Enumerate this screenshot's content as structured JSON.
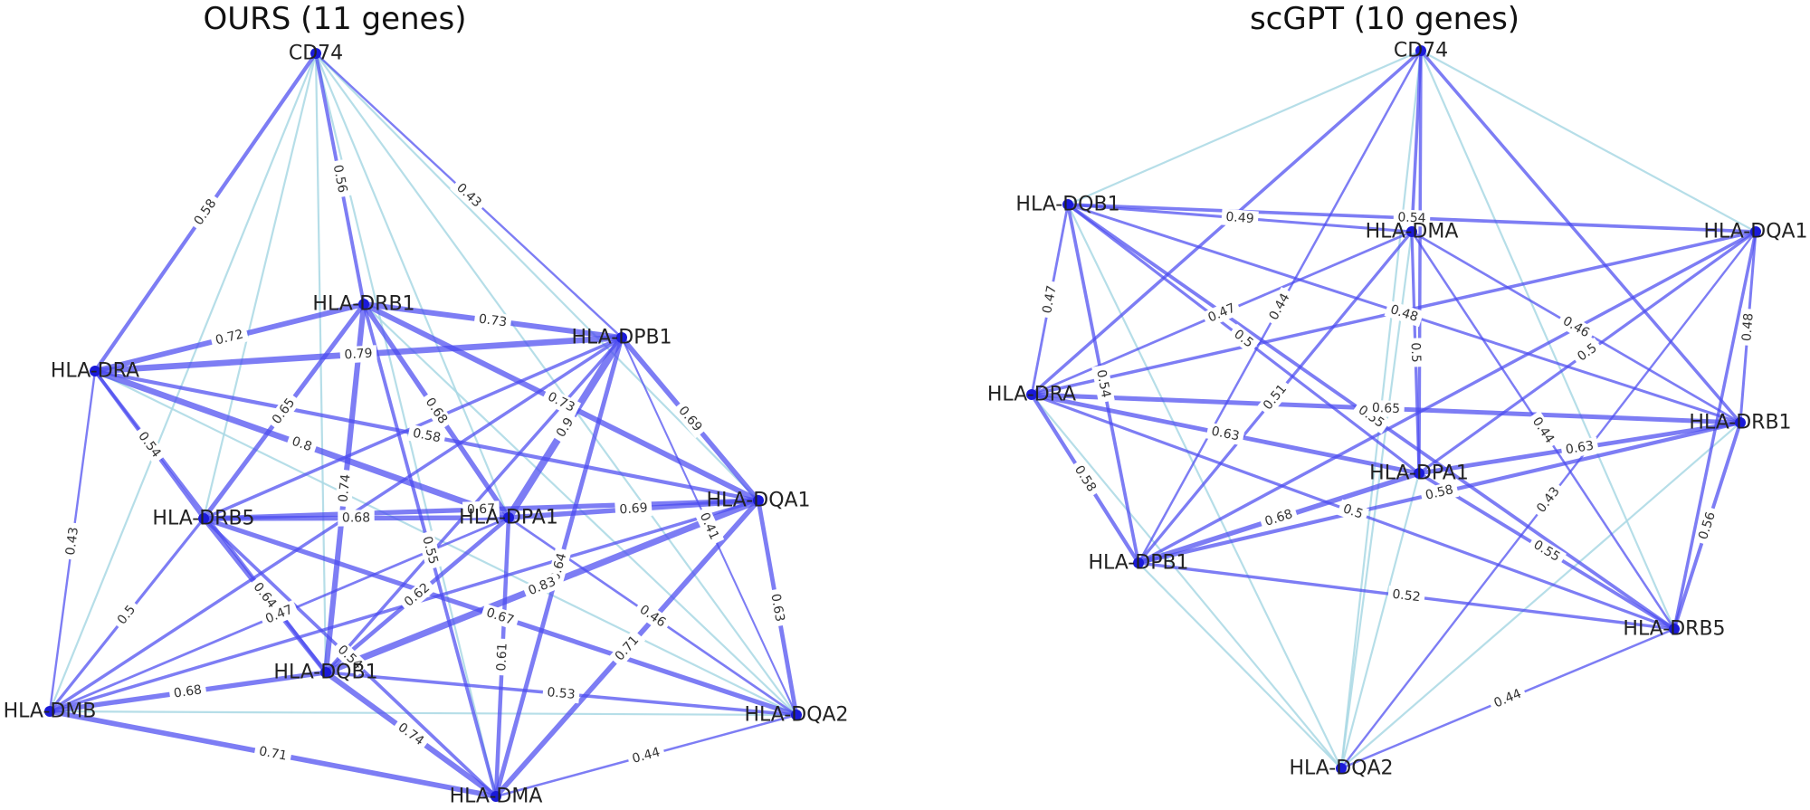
{
  "colors": {
    "strong_edge": "#4b4bf0",
    "weak_edge": "#a9d8e4",
    "node": "#1a1ad8",
    "text": "#222222"
  },
  "panels": [
    {
      "title": "OURS (11 genes)",
      "nodes": [
        "CD74",
        "HLA-DRB1",
        "HLA-DPB1",
        "HLA-DRA",
        "HLA-DRB5",
        "HLA-DPA1",
        "HLA-DQA1",
        "HLA-DQB1",
        "HLA-DMB",
        "HLA-DQA2",
        "HLA-DMA"
      ],
      "edges": [
        {
          "source": "CD74",
          "target": "HLA-DRA",
          "weight": "0.58",
          "strong": true
        },
        {
          "source": "CD74",
          "target": "HLA-DRB1",
          "weight": "0.56",
          "strong": true
        },
        {
          "source": "CD74",
          "target": "HLA-DPB1",
          "weight": "0.43",
          "strong": true
        },
        {
          "source": "CD74",
          "target": "HLA-DRB5",
          "weight": "",
          "strong": false
        },
        {
          "source": "CD74",
          "target": "HLA-DMB",
          "weight": "",
          "strong": false
        },
        {
          "source": "CD74",
          "target": "HLA-DQB1",
          "weight": "",
          "strong": false
        },
        {
          "source": "CD74",
          "target": "HLA-DPA1",
          "weight": "",
          "strong": false
        },
        {
          "source": "CD74",
          "target": "HLA-DMA",
          "weight": "",
          "strong": false
        },
        {
          "source": "CD74",
          "target": "HLA-DQA1",
          "weight": "",
          "strong": false
        },
        {
          "source": "CD74",
          "target": "HLA-DQA2",
          "weight": "",
          "strong": false
        },
        {
          "source": "HLA-DRB1",
          "target": "HLA-DRA",
          "weight": "0.72",
          "strong": true
        },
        {
          "source": "HLA-DRB1",
          "target": "HLA-DPB1",
          "weight": "0.73",
          "strong": true
        },
        {
          "source": "HLA-DRB1",
          "target": "HLA-DRB5",
          "weight": "0.65",
          "strong": true
        },
        {
          "source": "HLA-DRB1",
          "target": "HLA-DQB1",
          "weight": "0.74",
          "strong": true
        },
        {
          "source": "HLA-DRB1",
          "target": "HLA-DPA1",
          "weight": "0.68",
          "strong": true
        },
        {
          "source": "HLA-DRB1",
          "target": "HLA-DQA1",
          "weight": "0.73",
          "strong": true
        },
        {
          "source": "HLA-DRB1",
          "target": "HLA-DMA",
          "weight": "0.55",
          "strong": true
        },
        {
          "source": "HLA-DRB1",
          "target": "HLA-DQA2",
          "weight": "",
          "strong": false
        },
        {
          "source": "HLA-DRA",
          "target": "HLA-DPB1",
          "weight": "0.79",
          "strong": true
        },
        {
          "source": "HLA-DRA",
          "target": "HLA-DRB5",
          "weight": "0.54",
          "strong": true
        },
        {
          "source": "HLA-DRA",
          "target": "HLA-DPA1",
          "weight": "0.8",
          "strong": true
        },
        {
          "source": "HLA-DRA",
          "target": "HLA-DQA1",
          "weight": "0.58",
          "strong": true
        },
        {
          "source": "HLA-DRA",
          "target": "HLA-DMB",
          "weight": "0.43",
          "strong": true
        },
        {
          "source": "HLA-DRA",
          "target": "HLA-DQB1",
          "weight": "",
          "strong": true
        },
        {
          "source": "HLA-DRA",
          "target": "HLA-DQA2",
          "weight": "",
          "strong": false
        },
        {
          "source": "HLA-DPB1",
          "target": "HLA-DRB5",
          "weight": "",
          "strong": true
        },
        {
          "source": "HLA-DPB1",
          "target": "HLA-DPA1",
          "weight": "0.9",
          "strong": true
        },
        {
          "source": "HLA-DPB1",
          "target": "HLA-DQA1",
          "weight": "0.69",
          "strong": true
        },
        {
          "source": "HLA-DPB1",
          "target": "HLA-DQB1",
          "weight": "",
          "strong": true
        },
        {
          "source": "HLA-DPB1",
          "target": "HLA-DMA",
          "weight": "0.64",
          "strong": true
        },
        {
          "source": "HLA-DPB1",
          "target": "HLA-DQA2",
          "weight": "0.41",
          "strong": true
        },
        {
          "source": "HLA-DPB1",
          "target": "HLA-DMB",
          "weight": "",
          "strong": true
        },
        {
          "source": "HLA-DRB5",
          "target": "HLA-DPA1",
          "weight": "0.68",
          "strong": true
        },
        {
          "source": "HLA-DRB5",
          "target": "HLA-DQA1",
          "weight": "0.67",
          "strong": true
        },
        {
          "source": "HLA-DRB5",
          "target": "HLA-DQB1",
          "weight": "0.64",
          "strong": true
        },
        {
          "source": "HLA-DRB5",
          "target": "HLA-DMB",
          "weight": "0.5",
          "strong": true
        },
        {
          "source": "HLA-DRB5",
          "target": "HLA-DMA",
          "weight": "0.54",
          "strong": true
        },
        {
          "source": "HLA-DRB5",
          "target": "HLA-DQA2",
          "weight": "0.67",
          "strong": true
        },
        {
          "source": "HLA-DPA1",
          "target": "HLA-DQA1",
          "weight": "0.69",
          "strong": true
        },
        {
          "source": "HLA-DPA1",
          "target": "HLA-DQB1",
          "weight": "0.62",
          "strong": true
        },
        {
          "source": "HLA-DPA1",
          "target": "HLA-DMA",
          "weight": "0.61",
          "strong": true
        },
        {
          "source": "HLA-DPA1",
          "target": "HLA-DMB",
          "weight": "0.47",
          "strong": true
        },
        {
          "source": "HLA-DPA1",
          "target": "HLA-DQA2",
          "weight": "0.46",
          "strong": true
        },
        {
          "source": "HLA-DQA1",
          "target": "HLA-DQB1",
          "weight": "0.83",
          "strong": true
        },
        {
          "source": "HLA-DQA1",
          "target": "HLA-DMB",
          "weight": "",
          "strong": true
        },
        {
          "source": "HLA-DQA1",
          "target": "HLA-DQA2",
          "weight": "0.63",
          "strong": true
        },
        {
          "source": "HLA-DQA1",
          "target": "HLA-DMA",
          "weight": "0.71",
          "strong": true
        },
        {
          "source": "HLA-DQB1",
          "target": "HLA-DMB",
          "weight": "0.68",
          "strong": true
        },
        {
          "source": "HLA-DQB1",
          "target": "HLA-DMA",
          "weight": "0.74",
          "strong": true
        },
        {
          "source": "HLA-DQB1",
          "target": "HLA-DQA2",
          "weight": "0.53",
          "strong": true
        },
        {
          "source": "HLA-DMB",
          "target": "HLA-DMA",
          "weight": "0.71",
          "strong": true
        },
        {
          "source": "HLA-DMB",
          "target": "HLA-DQA2",
          "weight": "",
          "strong": false
        },
        {
          "source": "HLA-DMA",
          "target": "HLA-DQA2",
          "weight": "0.44",
          "strong": true
        }
      ]
    },
    {
      "title": "scGPT (10 genes)",
      "nodes": [
        "CD74",
        "HLA-DQB1",
        "HLA-DMA",
        "HLA-DQA1",
        "HLA-DRA",
        "HLA-DRB1",
        "HLA-DPA1",
        "HLA-DPB1",
        "HLA-DRB5",
        "HLA-DQA2"
      ],
      "edges": [
        {
          "source": "CD74",
          "target": "HLA-DQB1",
          "weight": "",
          "strong": false
        },
        {
          "source": "CD74",
          "target": "HLA-DQA1",
          "weight": "",
          "strong": false
        },
        {
          "source": "CD74",
          "target": "HLA-DRA",
          "weight": "",
          "strong": true
        },
        {
          "source": "CD74",
          "target": "HLA-DMA",
          "weight": "",
          "strong": true
        },
        {
          "source": "CD74",
          "target": "HLA-DRB1",
          "weight": "",
          "strong": true
        },
        {
          "source": "CD74",
          "target": "HLA-DPB1",
          "weight": "0.44",
          "strong": true
        },
        {
          "source": "CD74",
          "target": "HLA-DPA1",
          "weight": "",
          "strong": true
        },
        {
          "source": "CD74",
          "target": "HLA-DRB5",
          "weight": "",
          "strong": false
        },
        {
          "source": "CD74",
          "target": "HLA-DQA2",
          "weight": "",
          "strong": false
        },
        {
          "source": "HLA-DQB1",
          "target": "HLA-DQA1",
          "weight": "0.54",
          "strong": true
        },
        {
          "source": "HLA-DQB1",
          "target": "HLA-DMA",
          "weight": "0.49",
          "strong": true
        },
        {
          "source": "HLA-DQB1",
          "target": "HLA-DRA",
          "weight": "0.47",
          "strong": true
        },
        {
          "source": "HLA-DQB1",
          "target": "HLA-DPB1",
          "weight": "0.54",
          "strong": true
        },
        {
          "source": "HLA-DQB1",
          "target": "HLA-DPA1",
          "weight": "0.5",
          "strong": true
        },
        {
          "source": "HLA-DQB1",
          "target": "HLA-DRB1",
          "weight": "0.48",
          "strong": true
        },
        {
          "source": "HLA-DQB1",
          "target": "HLA-DRB5",
          "weight": "0.55",
          "strong": true
        },
        {
          "source": "HLA-DQB1",
          "target": "HLA-DQA2",
          "weight": "",
          "strong": false
        },
        {
          "source": "HLA-DMA",
          "target": "HLA-DRA",
          "weight": "0.47",
          "strong": true
        },
        {
          "source": "HLA-DMA",
          "target": "HLA-DPA1",
          "weight": "0.5",
          "strong": true
        },
        {
          "source": "HLA-DMA",
          "target": "HLA-DPB1",
          "weight": "0.51",
          "strong": true
        },
        {
          "source": "HLA-DMA",
          "target": "HLA-DRB1",
          "weight": "0.46",
          "strong": true
        },
        {
          "source": "HLA-DMA",
          "target": "HLA-DRB5",
          "weight": "0.44",
          "strong": true
        },
        {
          "source": "HLA-DMA",
          "target": "HLA-DQA2",
          "weight": "",
          "strong": false
        },
        {
          "source": "HLA-DQA1",
          "target": "HLA-DRA",
          "weight": "",
          "strong": true
        },
        {
          "source": "HLA-DQA1",
          "target": "HLA-DRB1",
          "weight": "0.48",
          "strong": true
        },
        {
          "source": "HLA-DQA1",
          "target": "HLA-DPA1",
          "weight": "0.5",
          "strong": true
        },
        {
          "source": "HLA-DQA1",
          "target": "HLA-DPB1",
          "weight": "",
          "strong": true
        },
        {
          "source": "HLA-DQA1",
          "target": "HLA-DRB5",
          "weight": "",
          "strong": true
        },
        {
          "source": "HLA-DQA1",
          "target": "HLA-DQA2",
          "weight": "0.43",
          "strong": true
        },
        {
          "source": "HLA-DRA",
          "target": "HLA-DRB1",
          "weight": "0.65",
          "strong": true
        },
        {
          "source": "HLA-DRA",
          "target": "HLA-DPA1",
          "weight": "0.63",
          "strong": true
        },
        {
          "source": "HLA-DRA",
          "target": "HLA-DPB1",
          "weight": "0.58",
          "strong": true
        },
        {
          "source": "HLA-DRA",
          "target": "HLA-DRB5",
          "weight": "0.5",
          "strong": true
        },
        {
          "source": "HLA-DRA",
          "target": "HLA-DQA2",
          "weight": "",
          "strong": false
        },
        {
          "source": "HLA-DRB1",
          "target": "HLA-DPA1",
          "weight": "0.63",
          "strong": true
        },
        {
          "source": "HLA-DRB1",
          "target": "HLA-DPB1",
          "weight": "0.58",
          "strong": true
        },
        {
          "source": "HLA-DRB1",
          "target": "HLA-DRB5",
          "weight": "0.56",
          "strong": true
        },
        {
          "source": "HLA-DRB1",
          "target": "HLA-DQA2",
          "weight": "",
          "strong": false
        },
        {
          "source": "HLA-DPA1",
          "target": "HLA-DPB1",
          "weight": "0.68",
          "strong": true
        },
        {
          "source": "HLA-DPA1",
          "target": "HLA-DRB5",
          "weight": "0.55",
          "strong": true
        },
        {
          "source": "HLA-DPA1",
          "target": "HLA-DQA2",
          "weight": "",
          "strong": false
        },
        {
          "source": "HLA-DPB1",
          "target": "HLA-DRB5",
          "weight": "0.52",
          "strong": true
        },
        {
          "source": "HLA-DPB1",
          "target": "HLA-DQA2",
          "weight": "",
          "strong": false
        },
        {
          "source": "HLA-DRB5",
          "target": "HLA-DQA2",
          "weight": "0.44",
          "strong": true
        }
      ]
    }
  ]
}
